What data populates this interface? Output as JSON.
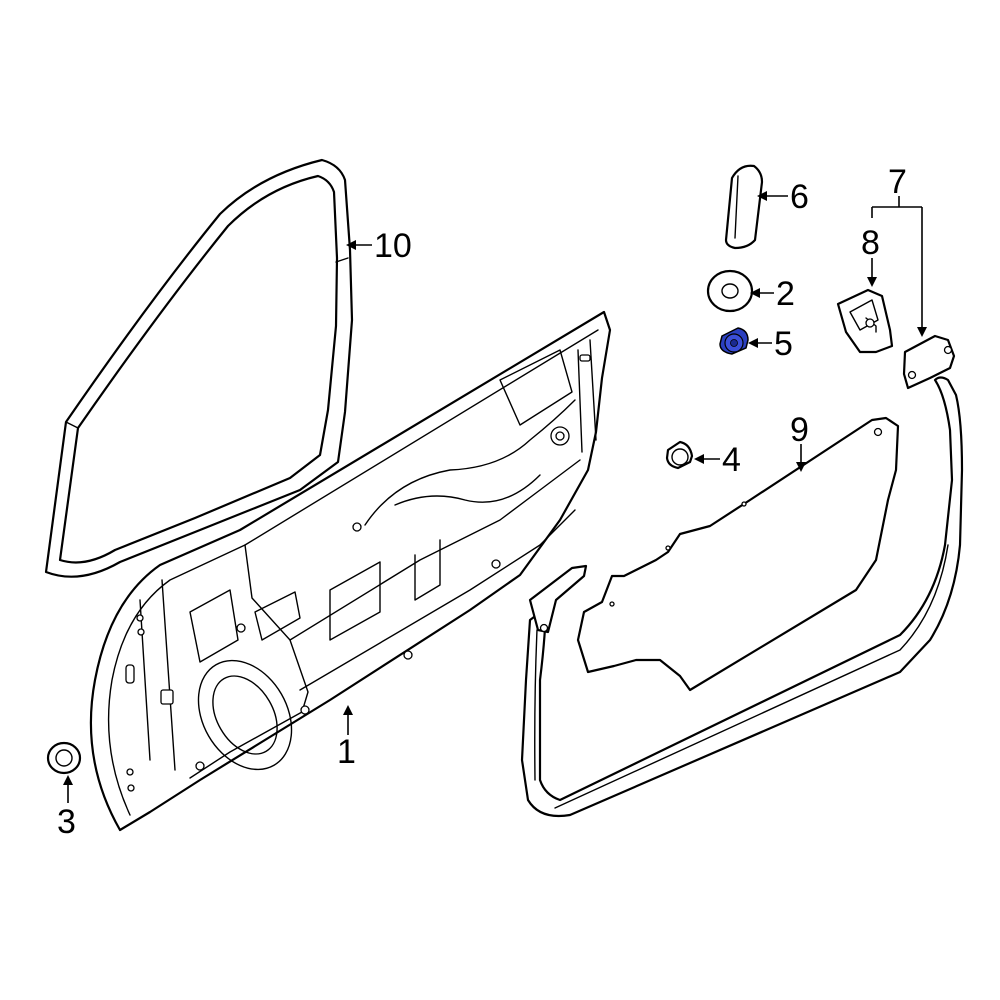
{
  "highlight_color": "#2a3fbf",
  "callouts": {
    "c1": "1",
    "c2": "2",
    "c3": "3",
    "c4": "4",
    "c5": "5",
    "c6": "6",
    "c7": "7",
    "c8": "8",
    "c9": "9",
    "c10": "10"
  }
}
